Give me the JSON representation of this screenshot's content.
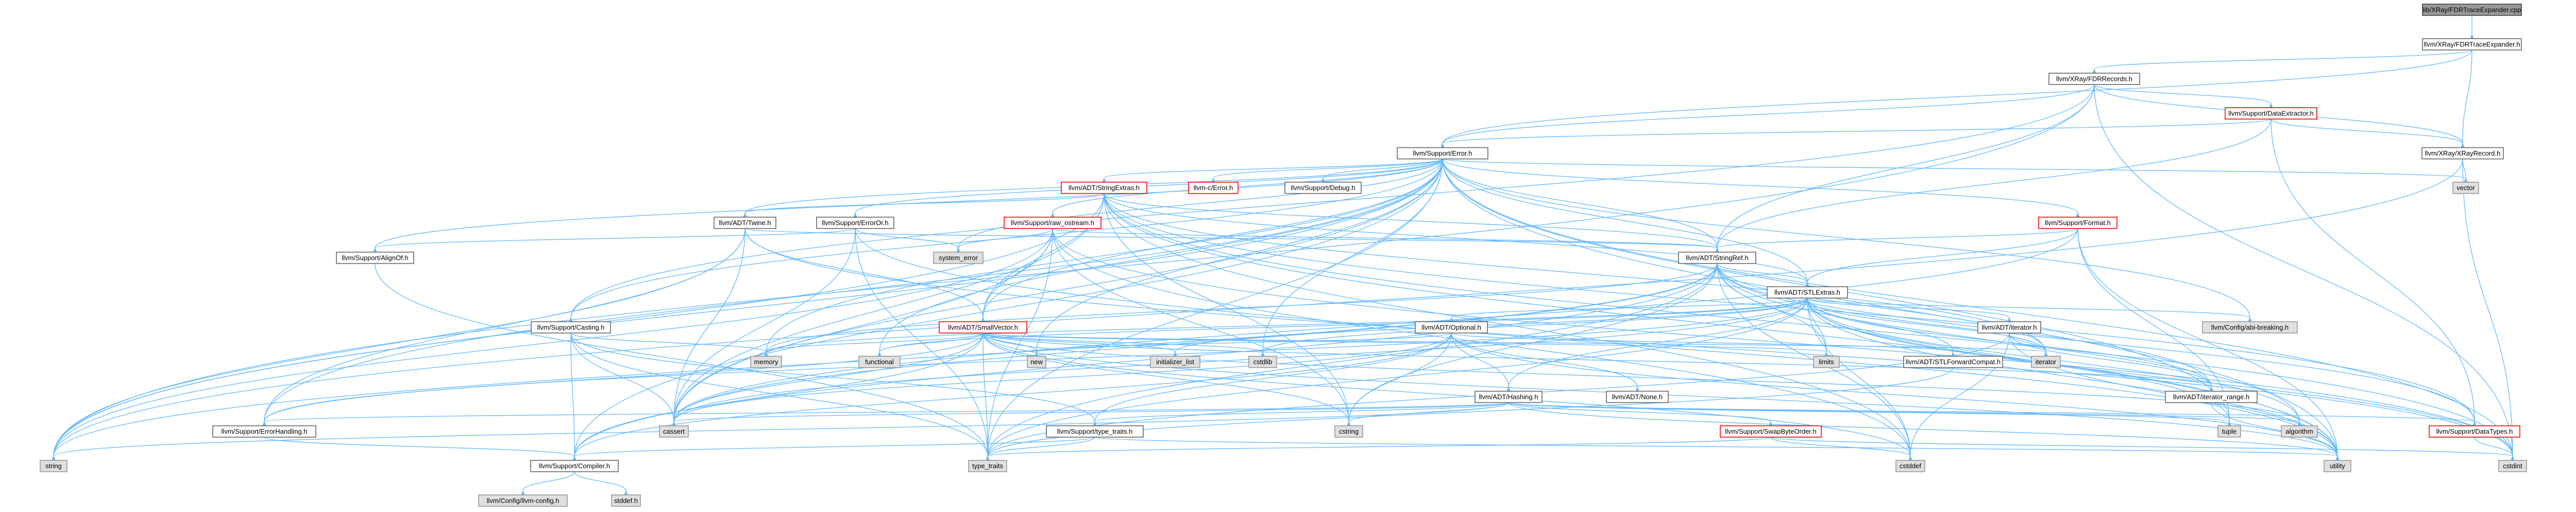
{
  "colors": {
    "edge": "#63b8ff",
    "node_fill": "#ffffff",
    "node_border": "#666666",
    "root_fill": "#999999",
    "root_border": "#444444",
    "system_fill": "#e0e0e0",
    "system_border": "#999999",
    "truncated_border": "#ff0000",
    "text": "#000000"
  },
  "graph": {
    "nodes": [
      {
        "id": "root",
        "label": "lib/XRay/FDRTraceExpander.cpp",
        "style": "root"
      },
      {
        "id": "fdrte",
        "label": "llvm/XRay/FDRTraceExpander.h",
        "style": "normal"
      },
      {
        "id": "fdrrec",
        "label": "llvm/XRay/FDRRecords.h",
        "style": "normal"
      },
      {
        "id": "dataext",
        "label": "llvm/Support/DataExtractor.h",
        "style": "truncated"
      },
      {
        "id": "error",
        "label": "llvm/Support/Error.h",
        "style": "normal"
      },
      {
        "id": "xrec",
        "label": "llvm/XRay/XRayRecord.h",
        "style": "normal"
      },
      {
        "id": "vector",
        "label": "vector",
        "style": "system"
      },
      {
        "id": "strext",
        "label": "llvm/ADT/StringExtras.h",
        "style": "truncated"
      },
      {
        "id": "cerror",
        "label": "llvm-c/Error.h",
        "style": "truncated"
      },
      {
        "id": "debug",
        "label": "llvm/Support/Debug.h",
        "style": "normal"
      },
      {
        "id": "format",
        "label": "llvm/Support/Format.h",
        "style": "truncated"
      },
      {
        "id": "twine",
        "label": "llvm/ADT/Twine.h",
        "style": "normal"
      },
      {
        "id": "erroror",
        "label": "llvm/Support/ErrorOr.h",
        "style": "normal"
      },
      {
        "id": "rawos",
        "label": "llvm/Support/raw_ostream.h",
        "style": "truncated"
      },
      {
        "id": "alignof",
        "label": "llvm/Support/AlignOf.h",
        "style": "normal"
      },
      {
        "id": "syserr",
        "label": "system_error",
        "style": "system"
      },
      {
        "id": "stringref",
        "label": "llvm/ADT/StringRef.h",
        "style": "normal"
      },
      {
        "id": "stlextras",
        "label": "llvm/ADT/STLExtras.h",
        "style": "normal"
      },
      {
        "id": "casting",
        "label": "llvm/Support/Casting.h",
        "style": "normal"
      },
      {
        "id": "smallvec",
        "label": "llvm/ADT/SmallVector.h",
        "style": "truncated"
      },
      {
        "id": "optional",
        "label": "llvm/ADT/Optional.h",
        "style": "normal"
      },
      {
        "id": "adtiter",
        "label": "llvm/ADT/iterator.h",
        "style": "normal"
      },
      {
        "id": "breaking",
        "label": "llvm/Config/abi-breaking.h",
        "style": "system"
      },
      {
        "id": "memory",
        "label": "memory",
        "style": "system"
      },
      {
        "id": "functional",
        "label": "functional",
        "style": "system"
      },
      {
        "id": "new",
        "label": "new",
        "style": "system"
      },
      {
        "id": "initlist",
        "label": "initializer_list",
        "style": "system"
      },
      {
        "id": "cstdlib",
        "label": "cstdlib",
        "style": "system"
      },
      {
        "id": "limits",
        "label": "limits",
        "style": "system"
      },
      {
        "id": "stlfwd",
        "label": "llvm/ADT/STLForwardCompat.h",
        "style": "normal"
      },
      {
        "id": "iteratorstd",
        "label": "iterator",
        "style": "system"
      },
      {
        "id": "iterrange",
        "label": "llvm/ADT/iterator_range.h",
        "style": "normal"
      },
      {
        "id": "none",
        "label": "llvm/ADT/None.h",
        "style": "normal"
      },
      {
        "id": "hashing",
        "label": "llvm/ADT/Hashing.h",
        "style": "normal"
      },
      {
        "id": "errhandling",
        "label": "llvm/Support/ErrorHandling.h",
        "style": "normal"
      },
      {
        "id": "cassert",
        "label": "cassert",
        "style": "system"
      },
      {
        "id": "typetraits",
        "label": "llvm/Support/type_traits.h",
        "style": "normal"
      },
      {
        "id": "cstring",
        "label": "cstring",
        "style": "system"
      },
      {
        "id": "swaporder",
        "label": "llvm/Support/SwapByteOrder.h",
        "style": "truncated"
      },
      {
        "id": "tuple",
        "label": "tuple",
        "style": "system"
      },
      {
        "id": "algorithm",
        "label": "algorithm",
        "style": "system"
      },
      {
        "id": "datatypes",
        "label": "llvm/Support/DataTypes.h",
        "style": "truncated"
      },
      {
        "id": "string",
        "label": "string",
        "style": "system"
      },
      {
        "id": "compiler",
        "label": "llvm/Support/Compiler.h",
        "style": "normal"
      },
      {
        "id": "type_traits",
        "label": "type_traits",
        "style": "system"
      },
      {
        "id": "cstddef",
        "label": "cstddef",
        "style": "system"
      },
      {
        "id": "utility",
        "label": "utility",
        "style": "system"
      },
      {
        "id": "cstdint",
        "label": "cstdint",
        "style": "system"
      },
      {
        "id": "llvmconfig",
        "label": "llvm/Config/llvm-config.h",
        "style": "system"
      },
      {
        "id": "stddef",
        "label": "stddef.h",
        "style": "system"
      }
    ],
    "edges": [
      [
        "root",
        "fdrte"
      ],
      [
        "fdrte",
        "fdrrec"
      ],
      [
        "fdrte",
        "error"
      ],
      [
        "fdrte",
        "xrec"
      ],
      [
        "fdrrec",
        "dataext"
      ],
      [
        "fdrrec",
        "error"
      ],
      [
        "fdrrec",
        "xrec"
      ],
      [
        "fdrrec",
        "stringref"
      ],
      [
        "fdrrec",
        "casting"
      ],
      [
        "fdrrec",
        "cstdint"
      ],
      [
        "fdrrec",
        "string"
      ],
      [
        "dataext",
        "error"
      ],
      [
        "dataext",
        "stringref"
      ],
      [
        "dataext",
        "datatypes"
      ],
      [
        "dataext",
        "xrec"
      ],
      [
        "xrec",
        "vector"
      ],
      [
        "xrec",
        "cstdint"
      ],
      [
        "xrec",
        "string"
      ],
      [
        "error",
        "strext"
      ],
      [
        "error",
        "cerror"
      ],
      [
        "error",
        "debug"
      ],
      [
        "error",
        "format"
      ],
      [
        "error",
        "twine"
      ],
      [
        "error",
        "erroror"
      ],
      [
        "error",
        "rawos"
      ],
      [
        "error",
        "alignof"
      ],
      [
        "error",
        "syserr"
      ],
      [
        "error",
        "stringref"
      ],
      [
        "error",
        "stlextras"
      ],
      [
        "error",
        "smallvec"
      ],
      [
        "error",
        "casting"
      ],
      [
        "error",
        "breaking"
      ],
      [
        "error",
        "memory"
      ],
      [
        "error",
        "functional"
      ],
      [
        "error",
        "new"
      ],
      [
        "error",
        "cassert"
      ],
      [
        "error",
        "cstdint"
      ],
      [
        "error",
        "cstdlib"
      ],
      [
        "error",
        "string"
      ],
      [
        "error",
        "errhandling"
      ],
      [
        "error",
        "compiler"
      ],
      [
        "error",
        "type_traits"
      ],
      [
        "error",
        "utility"
      ],
      [
        "error",
        "vector"
      ],
      [
        "error",
        "tuple"
      ],
      [
        "strext",
        "stringref"
      ],
      [
        "strext",
        "smallvec"
      ],
      [
        "strext",
        "twine"
      ],
      [
        "strext",
        "cassert"
      ],
      [
        "strext",
        "cstring"
      ],
      [
        "strext",
        "string"
      ],
      [
        "strext",
        "iteratorstd"
      ],
      [
        "strext",
        "cstdint"
      ],
      [
        "strext",
        "cstddef"
      ],
      [
        "strext",
        "utility"
      ],
      [
        "strext",
        "datatypes"
      ],
      [
        "strext",
        "stlextras"
      ],
      [
        "format",
        "stringref"
      ],
      [
        "format",
        "stlextras"
      ],
      [
        "format",
        "cassert"
      ],
      [
        "format",
        "tuple"
      ],
      [
        "format",
        "utility"
      ],
      [
        "format",
        "cstdio"
      ],
      [
        "twine",
        "stringref"
      ],
      [
        "twine",
        "smallvec"
      ],
      [
        "twine",
        "errhandling"
      ],
      [
        "twine",
        "cassert"
      ],
      [
        "twine",
        "cstdint"
      ],
      [
        "twine",
        "string"
      ],
      [
        "erroror",
        "alignof"
      ],
      [
        "erroror",
        "cassert"
      ],
      [
        "erroror",
        "syserr"
      ],
      [
        "erroror",
        "type_traits"
      ],
      [
        "erroror",
        "utility"
      ],
      [
        "rawos",
        "stringref"
      ],
      [
        "rawos",
        "smallvec"
      ],
      [
        "rawos",
        "syserr"
      ],
      [
        "rawos",
        "cassert"
      ],
      [
        "rawos",
        "cstddef"
      ],
      [
        "rawos",
        "cstdint"
      ],
      [
        "rawos",
        "cstring"
      ],
      [
        "rawos",
        "string"
      ],
      [
        "rawos",
        "type_traits"
      ],
      [
        "alignof",
        "type_traits"
      ],
      [
        "stringref",
        "stlextras"
      ],
      [
        "stringref",
        "iterrange"
      ],
      [
        "stringref",
        "compiler"
      ],
      [
        "stringref",
        "algorithm"
      ],
      [
        "stringref",
        "cassert"
      ],
      [
        "stringref",
        "cstddef"
      ],
      [
        "stringref",
        "cstring"
      ],
      [
        "stringref",
        "limits"
      ],
      [
        "stringref",
        "string"
      ],
      [
        "stringref",
        "type_traits"
      ],
      [
        "stringref",
        "utility"
      ],
      [
        "stringref",
        "datatypes"
      ],
      [
        "stringref",
        "iteratorstd"
      ],
      [
        "stringref",
        "memory"
      ],
      [
        "stlextras",
        "optional"
      ],
      [
        "stlextras",
        "stlfwd"
      ],
      [
        "stlextras",
        "adtiter"
      ],
      [
        "stlextras",
        "iterrange"
      ],
      [
        "stlextras",
        "breaking"
      ],
      [
        "stlextras",
        "errhandling"
      ],
      [
        "stlextras",
        "algorithm"
      ],
      [
        "stlextras",
        "cassert"
      ],
      [
        "stlextras",
        "cstddef"
      ],
      [
        "stlextras",
        "cstdint"
      ],
      [
        "stlextras",
        "cstdlib"
      ],
      [
        "stlextras",
        "functional"
      ],
      [
        "stlextras",
        "initlist"
      ],
      [
        "stlextras",
        "iteratorstd"
      ],
      [
        "stlextras",
        "limits"
      ],
      [
        "stlextras",
        "memory"
      ],
      [
        "stlextras",
        "tuple"
      ],
      [
        "stlextras",
        "type_traits"
      ],
      [
        "stlextras",
        "utility"
      ],
      [
        "stlextras",
        "hashing"
      ],
      [
        "casting",
        "typetraits"
      ],
      [
        "casting",
        "compiler"
      ],
      [
        "casting",
        "cassert"
      ],
      [
        "casting",
        "memory"
      ],
      [
        "casting",
        "type_traits"
      ],
      [
        "smallvec",
        "compiler"
      ],
      [
        "smallvec",
        "type_traits"
      ],
      [
        "smallvec",
        "algorithm"
      ],
      [
        "smallvec",
        "cassert"
      ],
      [
        "smallvec",
        "cstddef"
      ],
      [
        "smallvec",
        "cstdlib"
      ],
      [
        "smallvec",
        "cstring"
      ],
      [
        "smallvec",
        "functional"
      ],
      [
        "smallvec",
        "initlist"
      ],
      [
        "smallvec",
        "iteratorstd"
      ],
      [
        "smallvec",
        "limits"
      ],
      [
        "smallvec",
        "memory"
      ],
      [
        "smallvec",
        "new"
      ],
      [
        "smallvec",
        "utility"
      ],
      [
        "smallvec",
        "errhandling"
      ],
      [
        "smallvec",
        "iterrange"
      ],
      [
        "optional",
        "hashing"
      ],
      [
        "optional",
        "none"
      ],
      [
        "optional",
        "stlfwd"
      ],
      [
        "optional",
        "compiler"
      ],
      [
        "optional",
        "typetraits"
      ],
      [
        "optional",
        "cassert"
      ],
      [
        "optional",
        "cstring"
      ],
      [
        "optional",
        "new"
      ],
      [
        "optional",
        "utility"
      ],
      [
        "adtiter",
        "iterrange"
      ],
      [
        "adtiter",
        "cstddef"
      ],
      [
        "adtiter",
        "iteratorstd"
      ],
      [
        "adtiter",
        "type_traits"
      ],
      [
        "adtiter",
        "utility"
      ],
      [
        "iterrange",
        "utility"
      ],
      [
        "stlfwd",
        "type_traits"
      ],
      [
        "hashing",
        "errhandling"
      ],
      [
        "hashing",
        "swaporder"
      ],
      [
        "hashing",
        "typetraits"
      ],
      [
        "hashing",
        "algorithm"
      ],
      [
        "hashing",
        "cassert"
      ],
      [
        "hashing",
        "cstring"
      ],
      [
        "hashing",
        "string"
      ],
      [
        "hashing",
        "tuple"
      ],
      [
        "hashing",
        "utility"
      ],
      [
        "hashing",
        "datatypes"
      ],
      [
        "errhandling",
        "compiler"
      ],
      [
        "typetraits",
        "compiler"
      ],
      [
        "typetraits",
        "type_traits"
      ],
      [
        "typetraits",
        "utility"
      ],
      [
        "swaporder",
        "cstddef"
      ],
      [
        "swaporder",
        "cstdint"
      ],
      [
        "swaporder",
        "type_traits"
      ],
      [
        "compiler",
        "llvmconfig"
      ],
      [
        "compiler",
        "stddef"
      ],
      [
        "datatypes",
        "cstdint"
      ]
    ]
  }
}
